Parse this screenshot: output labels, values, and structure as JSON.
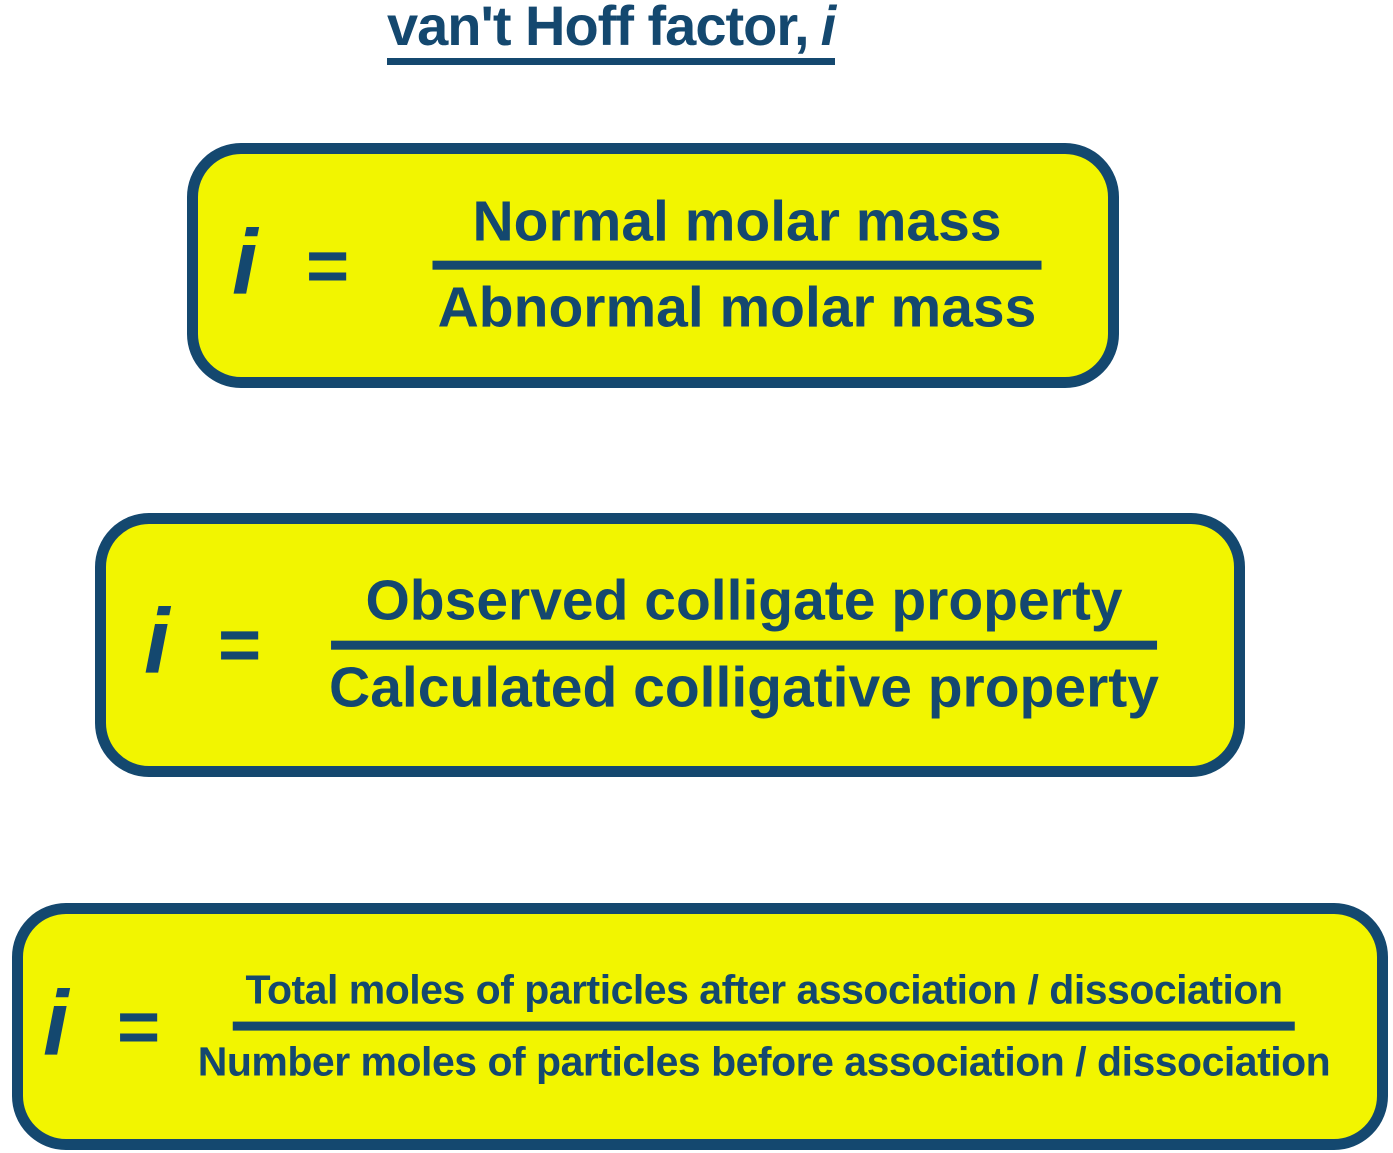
{
  "colors": {
    "background": "#ffffff",
    "box_fill": "#f2f500",
    "ink": "#14486f"
  },
  "title": {
    "text": "van't Hoff factor,",
    "symbol": "i"
  },
  "equations": [
    {
      "lhs": "i",
      "relation": "=",
      "numerator": "Normal molar mass",
      "denominator": "Abnormal molar mass"
    },
    {
      "lhs": "i",
      "relation": "=",
      "numerator": "Observed colligate property",
      "denominator": "Calculated colligative property"
    },
    {
      "lhs": "i",
      "relation": "=",
      "numerator": "Total moles of particles after association / dissociation",
      "denominator": "Number moles of particles before association / dissociation"
    }
  ]
}
